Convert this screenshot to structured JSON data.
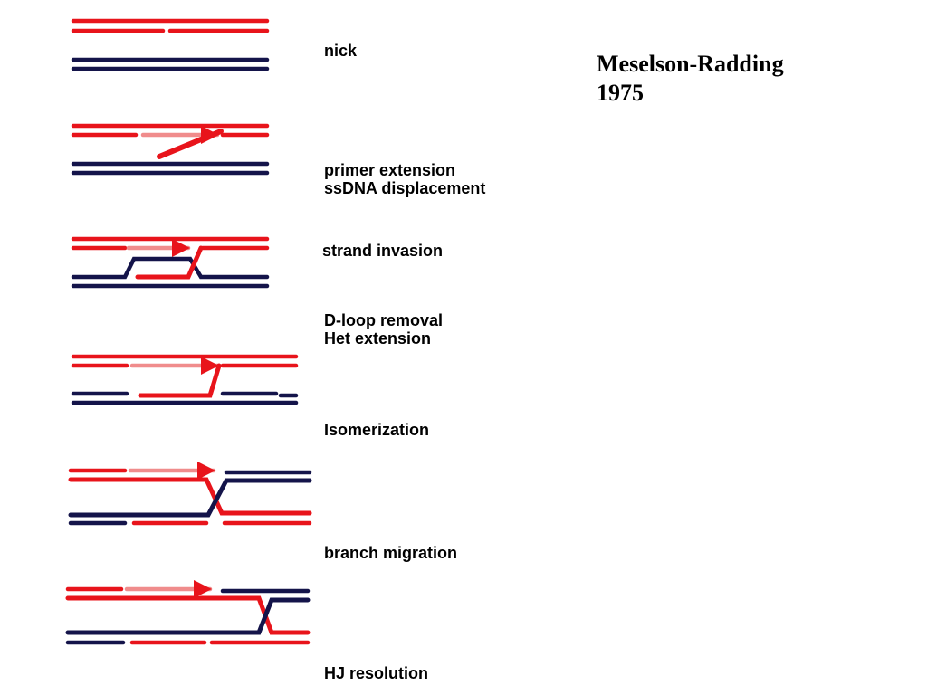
{
  "title": {
    "line1": "Meselson-Radding",
    "line2": "1975"
  },
  "steps": [
    {
      "label": "nick"
    },
    {
      "label": "primer extension"
    },
    {
      "label": "ssDNA displacement"
    },
    {
      "label": "strand invasion"
    },
    {
      "label": "D-loop removal"
    },
    {
      "label": "Het extension"
    },
    {
      "label": "Isomerization"
    },
    {
      "label": "branch migration"
    },
    {
      "label": "HJ resolution"
    }
  ],
  "colors": {
    "red_strand": "#e8141b",
    "blue_strand": "#14144a",
    "new_synthesis": "#f08c8c",
    "crossover_dark": "#000000"
  }
}
